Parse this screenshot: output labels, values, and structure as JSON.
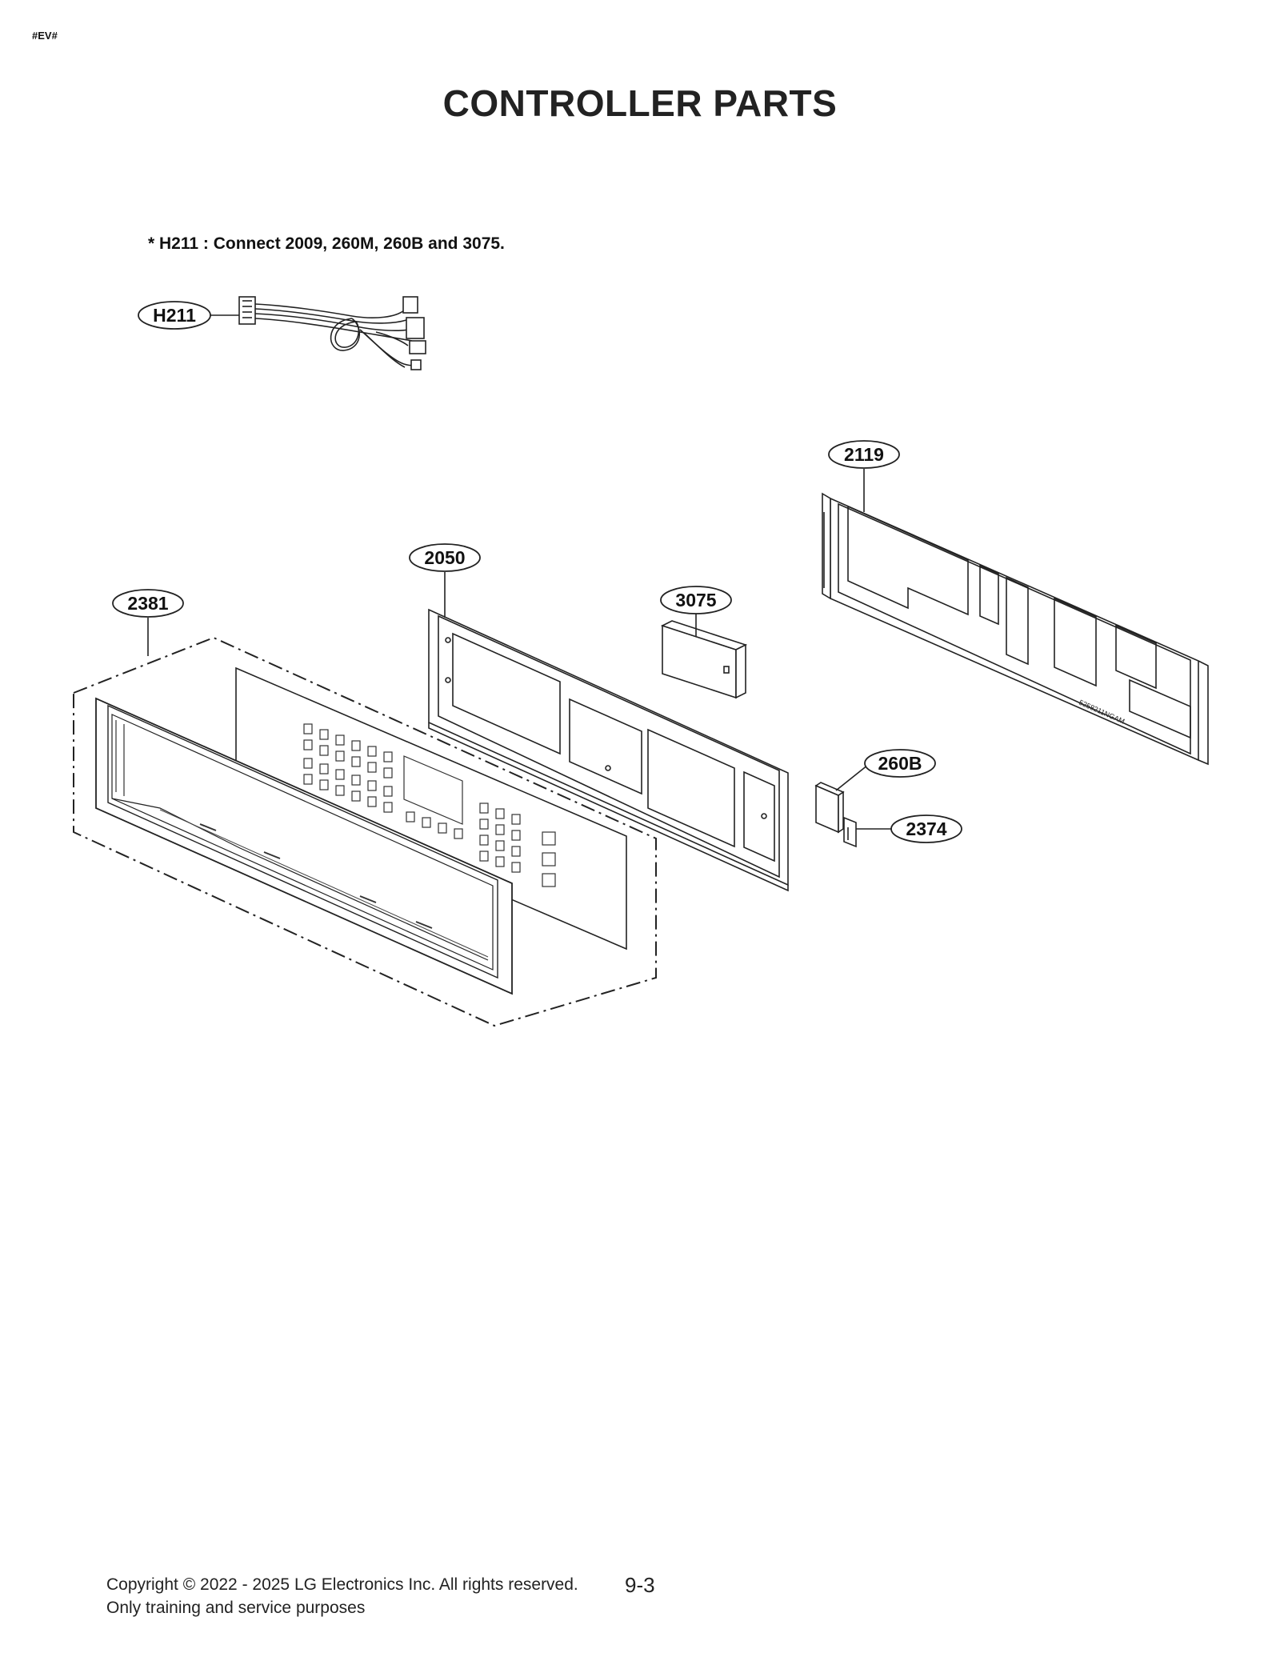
{
  "header": {
    "tag": "#EV#",
    "title": "CONTROLLER PARTS"
  },
  "note": "* H211 : Connect 2009, 260M, 260B and 3075.",
  "callouts": {
    "h211": "H211",
    "p2119": "2119",
    "p2050": "2050",
    "p3075": "3075",
    "p2381": "2381",
    "p260b": "260B",
    "p2374": "2374"
  },
  "bracket_stamp": "5258211NGAM",
  "footer": {
    "copyright": "Copyright © 2022 - 2025 LG Electronics Inc. All rights reserved.",
    "purpose": "Only training and service purposes",
    "page": "9-3"
  }
}
